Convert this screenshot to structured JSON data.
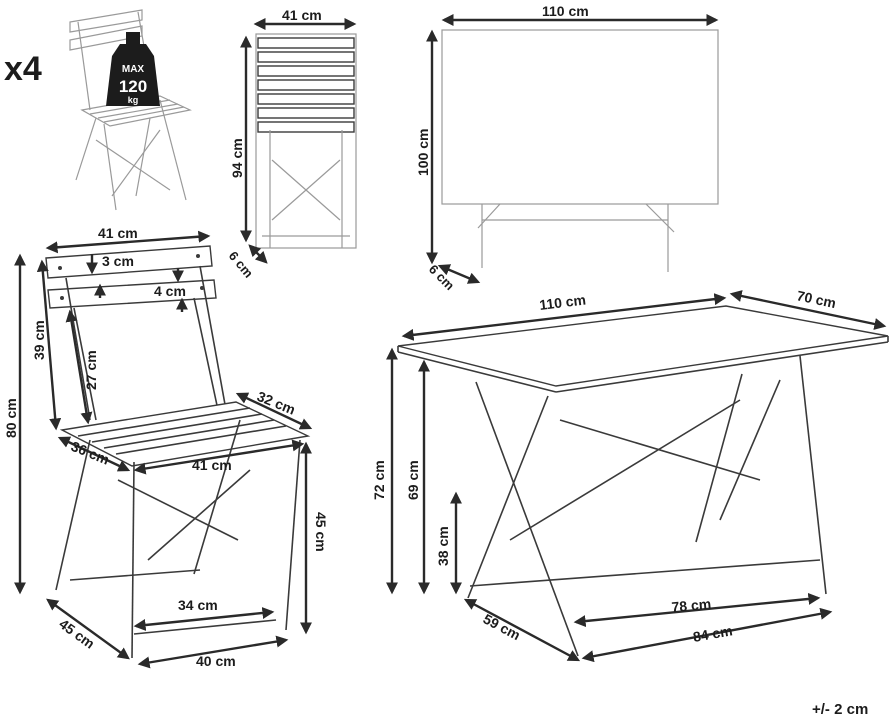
{
  "quantity_label": "x4",
  "weight_badge": {
    "line1": "MAX",
    "line2": "120",
    "line3": "kg"
  },
  "tolerance": "+/- 2 cm",
  "folded_chair": {
    "width": "41 cm",
    "height": "94 cm",
    "depth": "6 cm"
  },
  "folded_table": {
    "width": "110 cm",
    "height": "100 cm",
    "depth": "6 cm"
  },
  "chair": {
    "back_width": "41 cm",
    "slat_gap": "3 cm",
    "slat_width": "4 cm",
    "back_height": "39 cm",
    "back_lower": "27 cm",
    "total_height": "80 cm",
    "seat_depth": "32 cm",
    "seat_side": "36 cm",
    "seat_front": "41 cm",
    "seat_height": "45 cm",
    "leg_span": "34 cm",
    "base_depth": "45 cm",
    "base_width": "40 cm"
  },
  "table": {
    "length": "110 cm",
    "width": "70 cm",
    "height": "72 cm",
    "under_height": "69 cm",
    "brace_height": "38 cm",
    "inner_span": "78 cm",
    "outer_span": "84 cm",
    "base_depth": "59 cm"
  }
}
